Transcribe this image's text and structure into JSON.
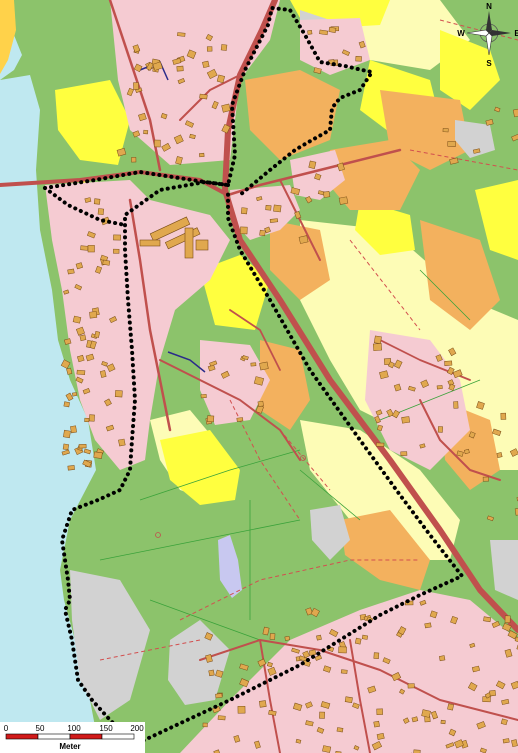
{
  "map": {
    "colors": {
      "water": "#bfe8f0",
      "forest": "#8cc36b",
      "residential": "#f5cbd2",
      "agriculture_bright": "#ffff3f",
      "agriculture_pale": "#fdfcb6",
      "wetland_orange": "#f3b15e",
      "bare_grey": "#d2d2d2",
      "lake": "#c8c8f0",
      "road": "#c0504d",
      "building": "#e0a84e",
      "building_outline": "#7a4d17",
      "boundary": "#000000",
      "dashed_line": "#d24f4f",
      "property_line": "#3aa23a"
    },
    "compass": {
      "north_label": "N",
      "south_label": "S",
      "west_label": "W",
      "east_label": "E"
    },
    "scale_bar": {
      "tick_labels": [
        "0",
        "50",
        "100",
        "150",
        "200"
      ],
      "unit_label": "Meter"
    }
  }
}
